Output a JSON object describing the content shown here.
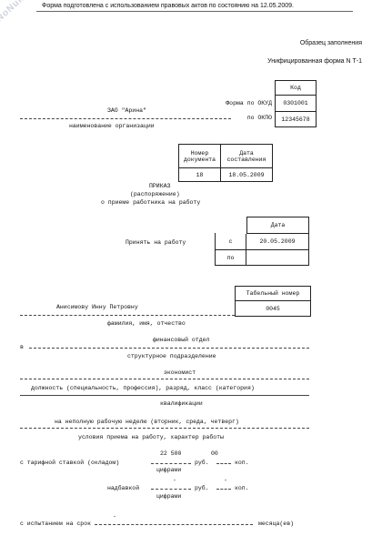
{
  "watermark": "NoNumber.ru",
  "header_note": "Форма подготовлена с использованием правовых актов по состоянию на 12.05.2009.",
  "sample_label": "Образец заполнения",
  "form_name": "Унифицированная форма N Т-1",
  "codes": {
    "header": "Код",
    "okud_label": "Форма по ОКУД",
    "okud_value": "0301001",
    "okpo_label": "по ОКПО",
    "okpo_value": "12345678"
  },
  "organization": {
    "name": "ЗАО \"Арина\"",
    "caption": "наименование организации"
  },
  "doc_table": {
    "number_header": "Номер документа",
    "date_header": "Дата составления",
    "number": "18",
    "date": "18.05.2009"
  },
  "order": {
    "title": "ПРИКАЗ",
    "subtitle": "(распоряжение)",
    "subject": "о приеме работника на работу"
  },
  "hire": {
    "label": "Принять на работу",
    "date_header": "Дата",
    "from_label": "с",
    "from_value": "20.05.2009",
    "to_label": "по",
    "to_value": ""
  },
  "employee": {
    "tab_header": "Табельный номер",
    "tab_number": "0045",
    "name": "Анисимову Инну Петровну",
    "name_caption": "фамилия, имя, отчество"
  },
  "department": {
    "prefix": "в",
    "value": "финансовый отдел",
    "caption": "структурное подразделение"
  },
  "position": {
    "value": "экономист",
    "caption": "должность (специальность, профессия), разряд, класс (категория)",
    "qualification": "квалификации"
  },
  "conditions": {
    "value": "на неполную рабочую неделю (вторник, среда, четверг)",
    "caption": "условия приема на работу, характер работы"
  },
  "salary": {
    "rate_label": "с тарифной ставкой (окладом)",
    "rate_rub": "22 500",
    "rate_kop": "00",
    "rub": "руб.",
    "kop": "коп.",
    "digits": "цифрами",
    "bonus_label": "надбавкой",
    "bonus_rub": "-",
    "bonus_kop": "-"
  },
  "probation": {
    "label": "с испытанием на срок",
    "value": "-",
    "unit": "месяца(ев)"
  }
}
